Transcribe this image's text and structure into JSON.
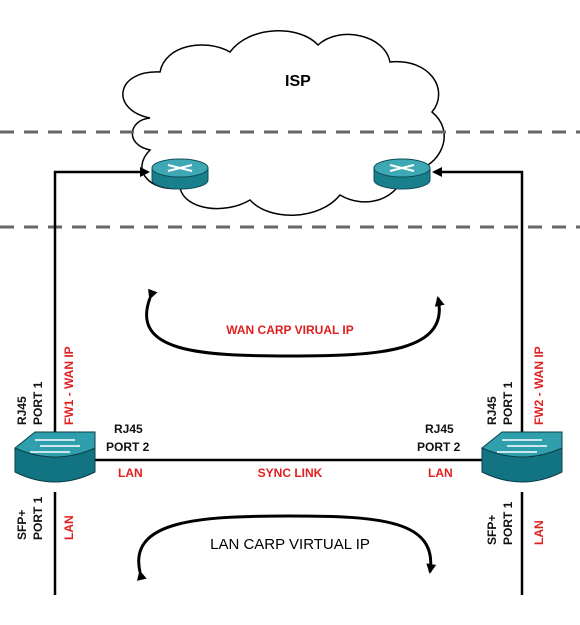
{
  "colors": {
    "line": "#000000",
    "dashed": "#666666",
    "label_red": "#e02020",
    "router_top": "#3ea9b5",
    "router_body": "#1a7f8c",
    "switch_top": "#2f9fae",
    "switch_body": "#127482"
  },
  "cloud": {
    "label": "ISP"
  },
  "routers": [
    {
      "icon": "router-icon"
    },
    {
      "icon": "router-icon"
    }
  ],
  "firewalls": [
    {
      "icon": "firewall-switch-icon",
      "wan_port_line1": "RJ45",
      "wan_port_line2": "PORT 1",
      "wan_label": "FW1 - WAN IP",
      "lan_port_line1": "RJ45",
      "lan_port_line2": "PORT 2",
      "lan_label": "LAN",
      "sfp_port_line1": "SFP+",
      "sfp_port_line2": "PORT 1",
      "sfp_label": "LAN"
    },
    {
      "icon": "firewall-switch-icon",
      "wan_port_line1": "RJ45",
      "wan_port_line2": "PORT 1",
      "wan_label": "FW2 - WAN IP",
      "lan_port_line1": "RJ45",
      "lan_port_line2": "PORT 2",
      "lan_label": "LAN",
      "sfp_port_line1": "SFP+",
      "sfp_port_line2": "PORT 1",
      "sfp_label": "LAN"
    }
  ],
  "links": {
    "sync": "SYNC LINK",
    "wan_carp": "WAN CARP VIRUAL IP",
    "lan_carp": "LAN CARP VIRTUAL IP"
  }
}
